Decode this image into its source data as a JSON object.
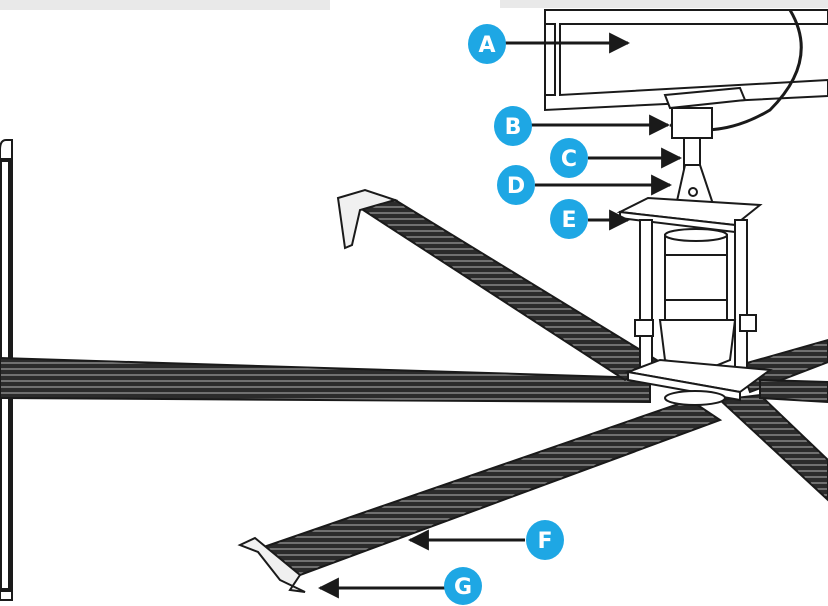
{
  "colors": {
    "callout_fill": "#1ea7e4",
    "callout_text": "#ffffff",
    "ink": "#1a1a1a",
    "panel": "#f2f2f2",
    "blade": "#2e2e2e"
  },
  "callouts": [
    {
      "id": "A",
      "letter": "A"
    },
    {
      "id": "B",
      "letter": "B"
    },
    {
      "id": "C",
      "letter": "C"
    },
    {
      "id": "D",
      "letter": "D"
    },
    {
      "id": "E",
      "letter": "E"
    },
    {
      "id": "F",
      "letter": "F"
    },
    {
      "id": "G",
      "letter": "G"
    }
  ]
}
